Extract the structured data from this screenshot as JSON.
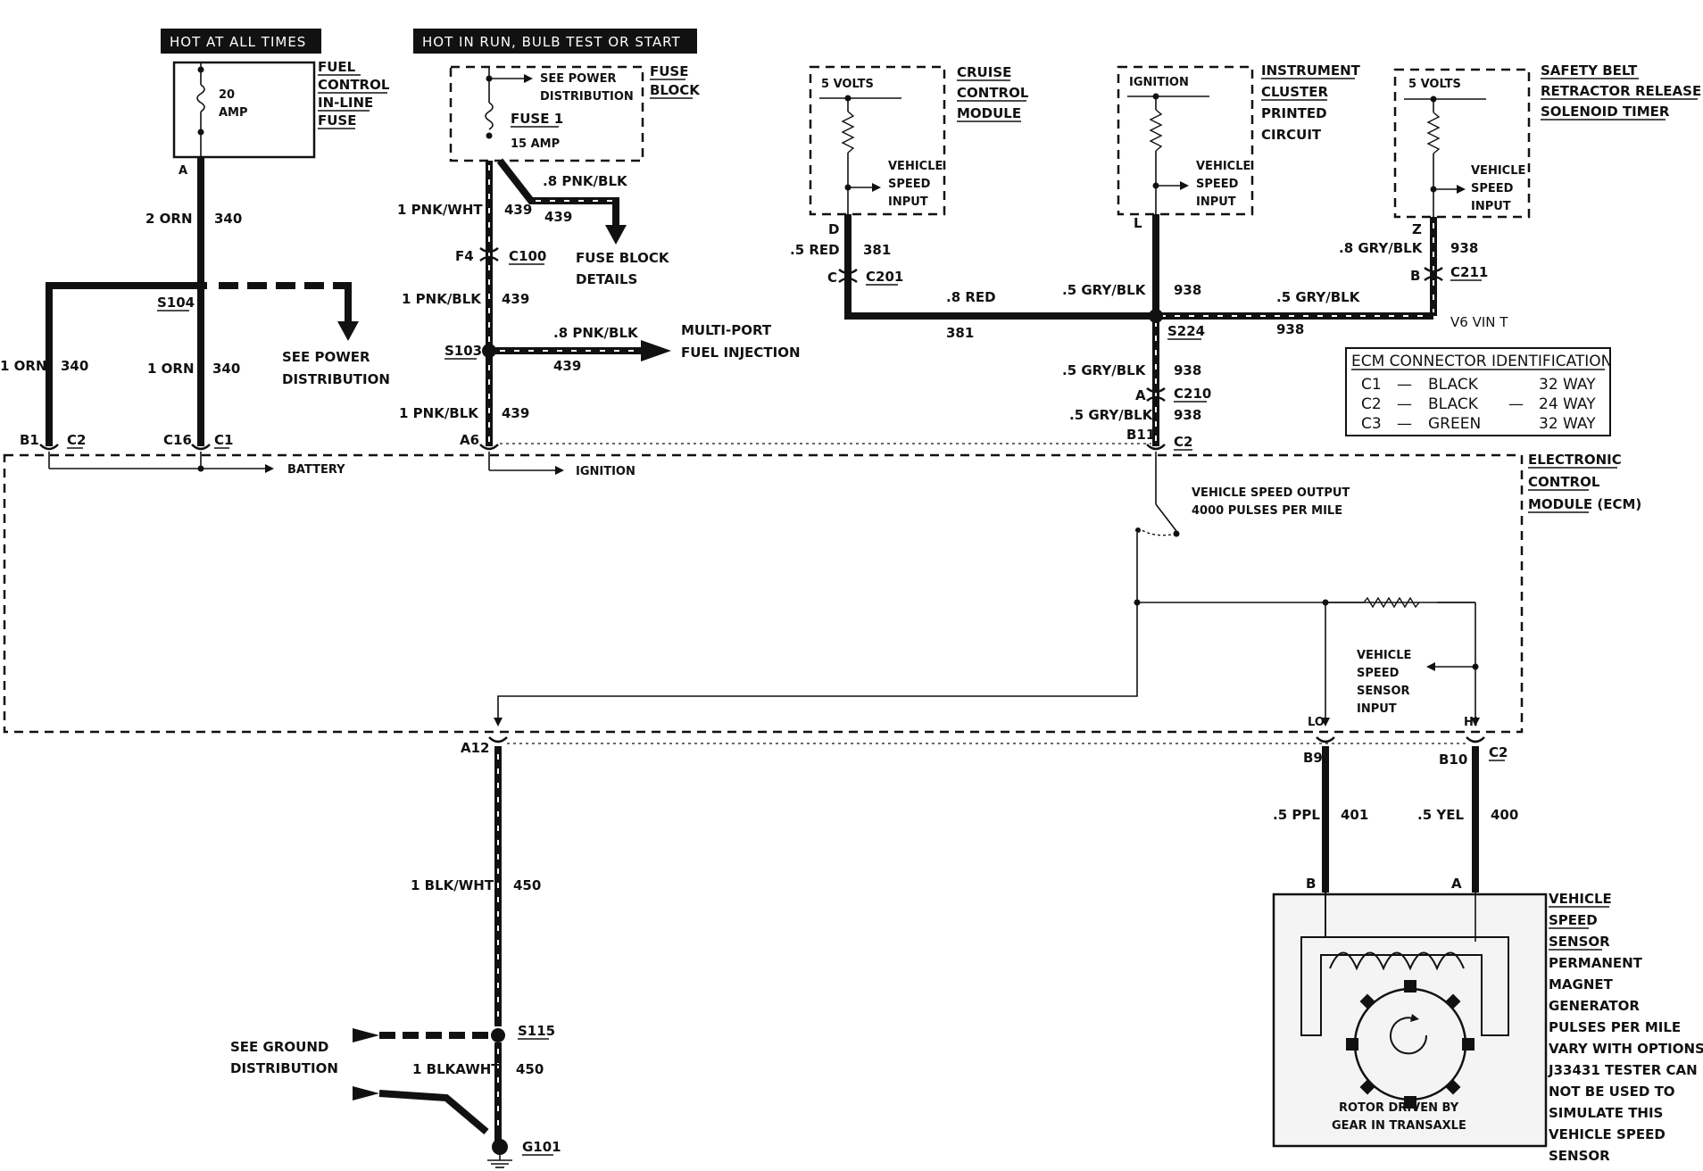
{
  "banners": {
    "hot_at_all_times": "HOT AT ALL TIMES",
    "hot_in_run": "HOT IN RUN, BULB TEST OR START"
  },
  "fuel_fuse": {
    "name_lines": [
      "FUEL",
      "CONTROL",
      "IN-LINE",
      "FUSE"
    ],
    "rating_1": "20",
    "rating_2": "AMP",
    "terminal": "A"
  },
  "fuse_block": {
    "name_lines": [
      "FUSE",
      "BLOCK"
    ],
    "see_power_1": "SEE POWER",
    "see_power_2": "DISTRIBUTION",
    "fuse_label": "FUSE 1",
    "fuse_rating": "15 AMP"
  },
  "wires": {
    "orn2_color": "2 ORN",
    "orn2_num": "340",
    "s104": "S104",
    "see_power_dist_1": "SEE POWER",
    "see_power_dist_2": "DISTRIBUTION",
    "orn1_left_color": "1 ORN",
    "orn1_left_num": "340",
    "orn1_mid_color": "1 ORN",
    "orn1_mid_num": "340",
    "pnk_wht_color": "1 PNK/WHT",
    "pnk_wht_num": "439",
    "pnk_blk_fb_color": ".8 PNK/BLK",
    "pnk_blk_fb_num": "439",
    "fuse_block_details_1": "FUSE BLOCK",
    "fuse_block_details_2": "DETAILS",
    "f4": "F4",
    "c100": "C100",
    "pnk_blk_1_color": "1 PNK/BLK",
    "pnk_blk_1_num": "439",
    "s103": "S103",
    "pnk_blk_mpfi_color": ".8 PNK/BLK",
    "pnk_blk_mpfi_num": "439",
    "mpfi_1": "MULTI-PORT",
    "mpfi_2": "FUEL INJECTION",
    "pnk_blk_2_color": "1 PNK/BLK",
    "pnk_blk_2_num": "439",
    "blk_wht_color": "1 BLK/WHT",
    "blk_wht_num": "450",
    "s115": "S115",
    "see_ground_1": "SEE GROUND",
    "see_ground_2": "DISTRIBUTION",
    "blk_wht2_color": "1 BLKAWHT",
    "blk_wht2_num": "450",
    "g101": "G101"
  },
  "modules": {
    "cruise": {
      "name_lines": [
        "CRUISE",
        "CONTROL",
        "MODULE"
      ],
      "volts": "5 VOLTS",
      "vsi_lines": [
        "VEHICLE",
        "SPEED",
        "INPUT"
      ]
    },
    "cluster": {
      "name_lines": [
        "INSTRUMENT",
        "CLUSTER",
        "PRINTED",
        "CIRCUIT"
      ],
      "volts": "IGNITION",
      "vsi_lines": [
        "VEHICLE",
        "SPEED",
        "INPUT"
      ]
    },
    "safety": {
      "name_lines": [
        "SAFETY BELT",
        "RETRACTOR RELEASE",
        "SOLENOID TIMER"
      ],
      "volts": "5 VOLTS",
      "vsi_lines": [
        "VEHICLE",
        "SPEED",
        "INPUT"
      ]
    }
  },
  "speed_bus": {
    "d": "D",
    "red_color": ".5 RED",
    "red_num": "381",
    "c": "C",
    "c201": "C201",
    "red8_color": ".8 RED",
    "red8_num": "381",
    "l": "L",
    "gry_color": ".5 GRY/BLK",
    "gry_num": "938",
    "s224": "S224",
    "z": "Z",
    "gry8_color": ".8 GRY/BLK",
    "gry8_num": "938",
    "b": "B",
    "c211": "C211",
    "gry_right_color": ".5 GRY/BLK",
    "gry_right_num": "938",
    "v6": "V6 VIN T",
    "gry_down_color": ".5 GRY/BLK",
    "gry_down_num": "938",
    "a": "A",
    "c210": "C210",
    "gry_down2_color": ".5 GRY/BLK",
    "gry_down2_num": "938",
    "b11": "B11",
    "c2": "C2"
  },
  "ecm_table": {
    "title": "ECM CONNECTOR IDENTIFICATION",
    "rows": [
      {
        "c": "C1",
        "dash": "—",
        "color": "BLACK",
        "dash2": "",
        "way": "32 WAY"
      },
      {
        "c": "C2",
        "dash": "—",
        "color": "BLACK",
        "dash2": "—",
        "way": "24 WAY"
      },
      {
        "c": "C3",
        "dash": "—",
        "color": "GREEN",
        "dash2": "",
        "way": "32 WAY"
      }
    ]
  },
  "ecm": {
    "name_lines": [
      "ELECTRONIC",
      "CONTROL",
      "MODULE (ECM)"
    ],
    "b1": "B1",
    "c2a": "C2",
    "c16": "C16",
    "c1": "C1",
    "a6": "A6",
    "battery": "BATTERY",
    "ignition": "IGNITION",
    "vso_1": "VEHICLE SPEED OUTPUT",
    "vso_2": "4000 PULSES PER MILE",
    "vssi_lines": [
      "VEHICLE",
      "SPEED",
      "SENSOR",
      "INPUT"
    ],
    "lo": "LO",
    "hi": "HI",
    "a12": "A12",
    "b9": "B9",
    "b10": "B10",
    "c2b": "C2"
  },
  "vss_wires": {
    "ppl_color": ".5 PPL",
    "ppl_num": "401",
    "yel_color": ".5 YEL",
    "yel_num": "400",
    "b": "B",
    "a": "A"
  },
  "vss": {
    "name_lines": [
      "VEHICLE",
      "SPEED",
      "SENSOR"
    ],
    "desc_lines": [
      "PERMANENT",
      "MAGNET",
      "GENERATOR",
      "PULSES PER MILE",
      "VARY WITH OPTIONS.",
      "J33431 TESTER CAN",
      "NOT BE USED TO",
      "SIMULATE THIS",
      "VEHICLE SPEED",
      "SENSOR"
    ],
    "rotor_1": "ROTOR DRIVEN BY",
    "rotor_2": "GEAR IN TRANSAXLE"
  }
}
